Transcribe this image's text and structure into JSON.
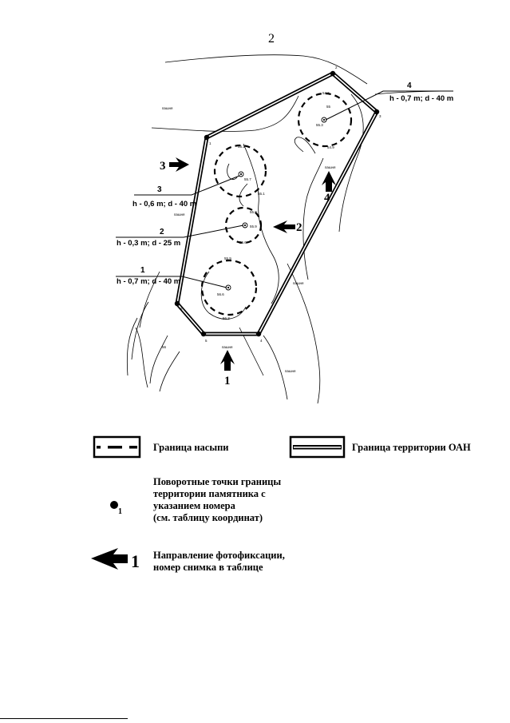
{
  "page": {
    "number": "2"
  },
  "map": {
    "turning_points": [
      "1",
      "2",
      "3",
      "4",
      "5",
      "6"
    ],
    "mound_labels": [
      {
        "id": "1",
        "num": "1",
        "dims": "h - 0,7 m; d - 40 m"
      },
      {
        "id": "2",
        "num": "2",
        "dims": "h - 0,3 m; d - 25 m"
      },
      {
        "id": "3",
        "num": "3",
        "dims": "h - 0,6 m; d - 40 m"
      },
      {
        "id": "4",
        "num": "4",
        "dims": "h - 0,7 m; d - 40 m"
      }
    ],
    "photo_arrows": [
      "1",
      "2",
      "3",
      "4"
    ],
    "elevation_marks": [
      "54.6",
      "55",
      "55.3",
      "54.9",
      "55.1",
      "55.7",
      "55.1",
      "55.8",
      "55.9",
      "55.6",
      "55.9",
      "56.6",
      "56.3",
      "56"
    ],
    "terrain_labels": [
      "пашня",
      "пашня",
      "пашня",
      "пашня",
      "пашня",
      "пашня"
    ]
  },
  "legend": {
    "mound_boundary": "Граница насыпи",
    "oan_boundary": "Граница территории ОАН",
    "turning_points_line1": "Поворотные точки границы",
    "turning_points_line2": "территории памятника с",
    "turning_points_line3": "указанием номера",
    "turning_points_line4": "(см. таблицу координат)",
    "point_subscript": "1",
    "arrow_number": "1",
    "photo_direction_line1": "Направление фотофиксации,",
    "photo_direction_line2": "номер снимка в таблице"
  },
  "colors": {
    "ink": "#000000",
    "background": "#ffffff"
  }
}
